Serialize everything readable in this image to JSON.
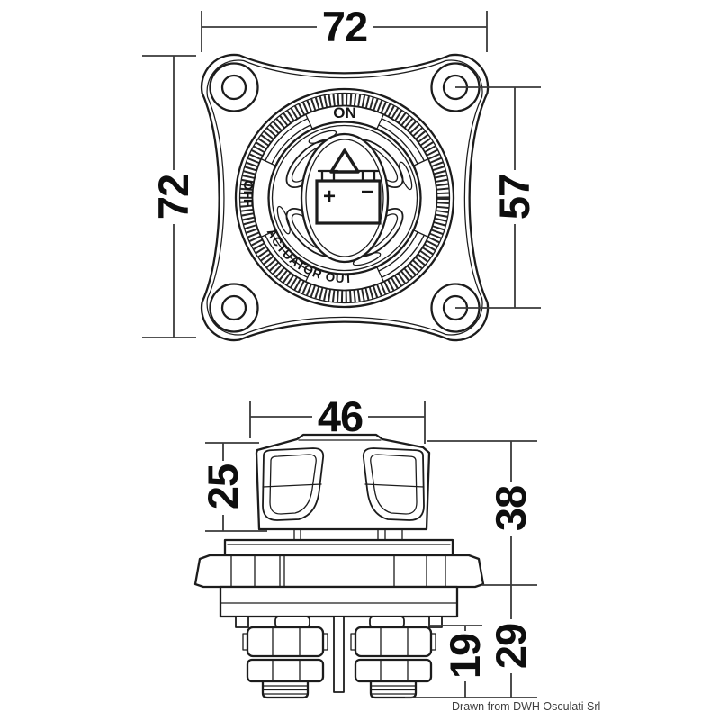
{
  "meta": {
    "credit": "Drawn from DWH Osculati Srl"
  },
  "top_view": {
    "dial": {
      "on_label": "ON",
      "off_label": "OFF",
      "actuator_label": "ACTUATOR OUT",
      "battery_plus": "+",
      "battery_minus": "−"
    },
    "dims": {
      "width": "72",
      "height": "72",
      "hole_spacing": "57"
    }
  },
  "side_view": {
    "dims": {
      "knob_width": "46",
      "knob_height": "25",
      "body_height": "38",
      "base_height": "29",
      "stud_length": "19"
    }
  }
}
